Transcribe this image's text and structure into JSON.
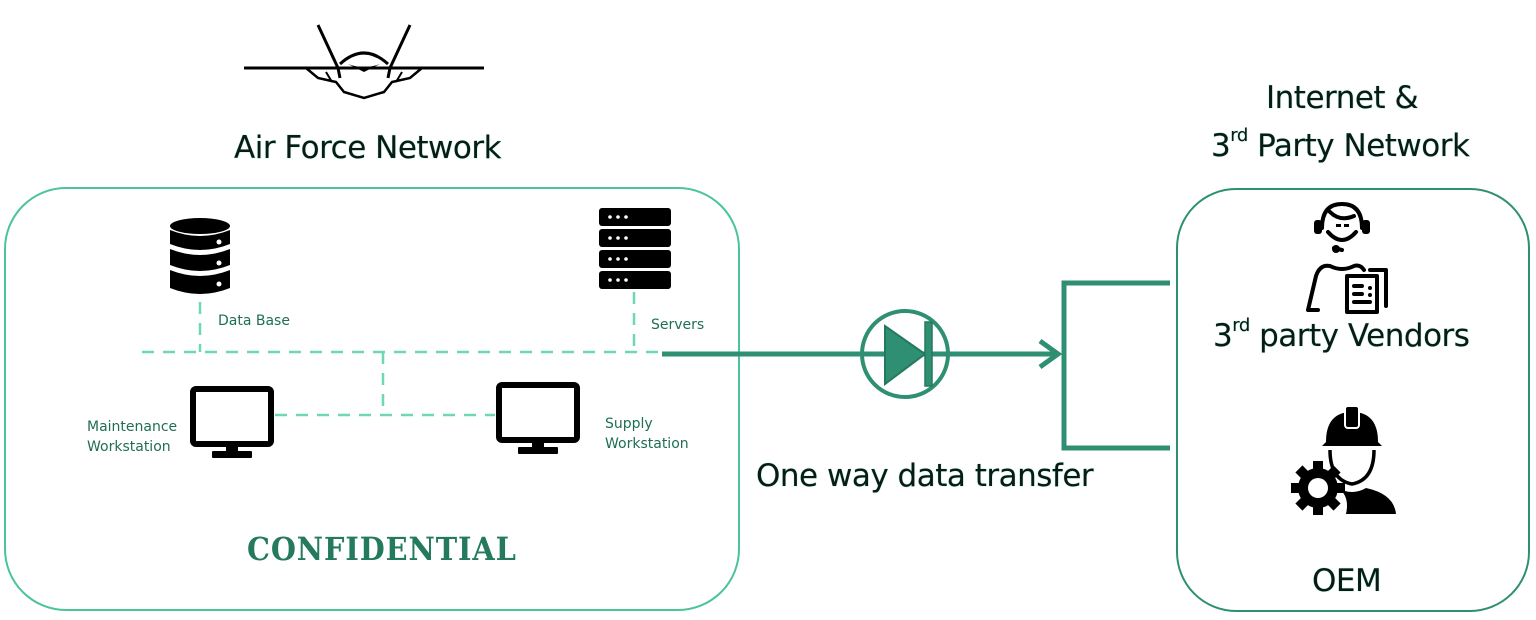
{
  "diagram": {
    "left_network": {
      "title": "Air Force Network",
      "icon": "fighter-jet-icon",
      "watermark": "CONFIDENTIAL",
      "nodes": [
        {
          "label": "Data Base",
          "icon": "database-icon"
        },
        {
          "label": "Servers",
          "icon": "server-rack-icon"
        },
        {
          "label_line1": "Maintenance",
          "label_line2": "Workstation",
          "icon": "monitor-icon"
        },
        {
          "label_line1": "Supply",
          "label_line2": "Workstation",
          "icon": "monitor-icon"
        }
      ]
    },
    "connector": {
      "label": "One way data transfer",
      "icon": "diode-icon",
      "direction": "left-to-right"
    },
    "right_network": {
      "title_line1": "Internet &",
      "title_line2_prefix": "3",
      "title_line2_sup": "rd",
      "title_line2_suffix": " Party Network",
      "nodes": [
        {
          "label_prefix": "3",
          "label_sup": "rd",
          "label_suffix": " party Vendors",
          "icon": "support-agent-icon"
        },
        {
          "label": "OEM",
          "icon": "engineer-gear-icon"
        }
      ]
    },
    "colors": {
      "accent": "#2f8f72",
      "border": "#4cc49a",
      "dashed": "#6fd8b0",
      "text_green": "#1f6e55",
      "icon": "#000000"
    }
  }
}
